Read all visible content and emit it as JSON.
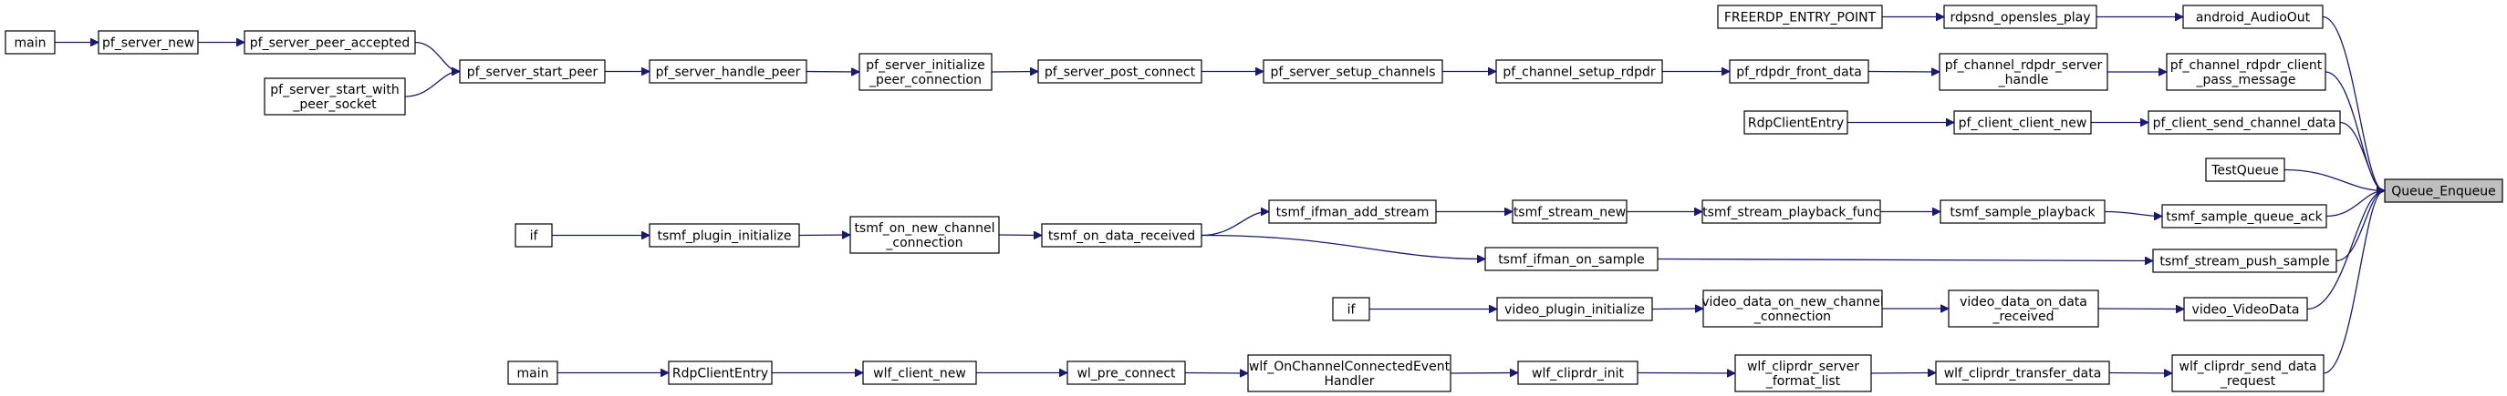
{
  "graph": {
    "edge_color": "#191970",
    "root_fill": "#bfbfbf",
    "nodes": [
      {
        "id": "n_main1",
        "lines": [
          "main"
        ]
      },
      {
        "id": "n_pf_server_new",
        "lines": [
          "pf_server_new"
        ]
      },
      {
        "id": "n_pf_server_peer_accepted",
        "lines": [
          "pf_server_peer_accepted"
        ]
      },
      {
        "id": "n_pf_server_start_with_peer_socket",
        "lines": [
          "pf_server_start_with",
          "_peer_socket"
        ]
      },
      {
        "id": "n_pf_server_start_peer",
        "lines": [
          "pf_server_start_peer"
        ]
      },
      {
        "id": "n_pf_server_handle_peer",
        "lines": [
          "pf_server_handle_peer"
        ]
      },
      {
        "id": "n_pf_server_initialize_peer_connection",
        "lines": [
          "pf_server_initialize",
          "_peer_connection"
        ]
      },
      {
        "id": "n_pf_server_post_connect",
        "lines": [
          "pf_server_post_connect"
        ]
      },
      {
        "id": "n_pf_server_setup_channels",
        "lines": [
          "pf_server_setup_channels"
        ]
      },
      {
        "id": "n_pf_channel_setup_rdpdr",
        "lines": [
          "pf_channel_setup_rdpdr"
        ]
      },
      {
        "id": "n_pf_rdpdr_front_data",
        "lines": [
          "pf_rdpdr_front_data"
        ]
      },
      {
        "id": "n_FREERDP_ENTRY_POINT",
        "lines": [
          "FREERDP_ENTRY_POINT"
        ]
      },
      {
        "id": "n_rdpsnd_opensles_play",
        "lines": [
          "rdpsnd_opensles_play"
        ]
      },
      {
        "id": "n_android_AudioOut",
        "lines": [
          "android_AudioOut"
        ]
      },
      {
        "id": "n_pf_channel_rdpdr_server_handle",
        "lines": [
          "pf_channel_rdpdr_server",
          "_handle"
        ]
      },
      {
        "id": "n_pf_channel_rdpdr_client_pass_message",
        "lines": [
          "pf_channel_rdpdr_client",
          "_pass_message"
        ]
      },
      {
        "id": "n_RdpClientEntry1",
        "lines": [
          "RdpClientEntry"
        ]
      },
      {
        "id": "n_pf_client_client_new",
        "lines": [
          "pf_client_client_new"
        ]
      },
      {
        "id": "n_pf_client_send_channel_data",
        "lines": [
          "pf_client_send_channel_data"
        ]
      },
      {
        "id": "n_TestQueue",
        "lines": [
          "TestQueue"
        ]
      },
      {
        "id": "n_Queue_Enqueue",
        "lines": [
          "Queue_Enqueue"
        ],
        "root": true
      },
      {
        "id": "n_if1",
        "lines": [
          "if"
        ]
      },
      {
        "id": "n_tsmf_plugin_initialize",
        "lines": [
          "tsmf_plugin_initialize"
        ]
      },
      {
        "id": "n_tsmf_on_new_channel_connection",
        "lines": [
          "tsmf_on_new_channel",
          "_connection"
        ]
      },
      {
        "id": "n_tsmf_on_data_received",
        "lines": [
          "tsmf_on_data_received"
        ]
      },
      {
        "id": "n_tsmf_ifman_add_stream",
        "lines": [
          "tsmf_ifman_add_stream"
        ]
      },
      {
        "id": "n_tsmf_stream_new",
        "lines": [
          "tsmf_stream_new"
        ]
      },
      {
        "id": "n_tsmf_stream_playback_func",
        "lines": [
          "tsmf_stream_playback_func"
        ]
      },
      {
        "id": "n_tsmf_sample_playback",
        "lines": [
          "tsmf_sample_playback"
        ]
      },
      {
        "id": "n_tsmf_sample_queue_ack",
        "lines": [
          "tsmf_sample_queue_ack"
        ]
      },
      {
        "id": "n_tsmf_ifman_on_sample",
        "lines": [
          "tsmf_ifman_on_sample"
        ]
      },
      {
        "id": "n_tsmf_stream_push_sample",
        "lines": [
          "tsmf_stream_push_sample"
        ]
      },
      {
        "id": "n_if2",
        "lines": [
          "if"
        ]
      },
      {
        "id": "n_video_plugin_initialize",
        "lines": [
          "video_plugin_initialize"
        ]
      },
      {
        "id": "n_video_data_on_new_channel_connection",
        "lines": [
          "video_data_on_new_channel",
          "_connection"
        ]
      },
      {
        "id": "n_video_data_on_data_received",
        "lines": [
          "video_data_on_data",
          "_received"
        ]
      },
      {
        "id": "n_video_VideoData",
        "lines": [
          "video_VideoData"
        ]
      },
      {
        "id": "n_main2",
        "lines": [
          "main"
        ]
      },
      {
        "id": "n_RdpClientEntry2",
        "lines": [
          "RdpClientEntry"
        ]
      },
      {
        "id": "n_wlf_client_new",
        "lines": [
          "wlf_client_new"
        ]
      },
      {
        "id": "n_wl_pre_connect",
        "lines": [
          "wl_pre_connect"
        ]
      },
      {
        "id": "n_wlf_OnChannelConnectedEventHandler",
        "lines": [
          "wlf_OnChannelConnectedEvent",
          "Handler"
        ]
      },
      {
        "id": "n_wlf_cliprdr_init",
        "lines": [
          "wlf_cliprdr_init"
        ]
      },
      {
        "id": "n_wlf_cliprdr_server_format_list",
        "lines": [
          "wlf_cliprdr_server",
          "_format_list"
        ]
      },
      {
        "id": "n_wlf_cliprdr_transfer_data",
        "lines": [
          "wlf_cliprdr_transfer_data"
        ]
      },
      {
        "id": "n_wlf_cliprdr_send_data_request",
        "lines": [
          "wlf_cliprdr_send_data",
          "_request"
        ]
      }
    ],
    "edges": [
      [
        "n_main1",
        "n_pf_server_new"
      ],
      [
        "n_pf_server_new",
        "n_pf_server_peer_accepted"
      ],
      [
        "n_pf_server_peer_accepted",
        "n_pf_server_start_peer"
      ],
      [
        "n_pf_server_start_with_peer_socket",
        "n_pf_server_start_peer"
      ],
      [
        "n_pf_server_start_peer",
        "n_pf_server_handle_peer"
      ],
      [
        "n_pf_server_handle_peer",
        "n_pf_server_initialize_peer_connection"
      ],
      [
        "n_pf_server_initialize_peer_connection",
        "n_pf_server_post_connect"
      ],
      [
        "n_pf_server_post_connect",
        "n_pf_server_setup_channels"
      ],
      [
        "n_pf_server_setup_channels",
        "n_pf_channel_setup_rdpdr"
      ],
      [
        "n_pf_channel_setup_rdpdr",
        "n_pf_rdpdr_front_data"
      ],
      [
        "n_pf_rdpdr_front_data",
        "n_pf_channel_rdpdr_server_handle"
      ],
      [
        "n_pf_channel_rdpdr_server_handle",
        "n_pf_channel_rdpdr_client_pass_message"
      ],
      [
        "n_FREERDP_ENTRY_POINT",
        "n_rdpsnd_opensles_play"
      ],
      [
        "n_rdpsnd_opensles_play",
        "n_android_AudioOut"
      ],
      [
        "n_RdpClientEntry1",
        "n_pf_client_client_new"
      ],
      [
        "n_pf_client_client_new",
        "n_pf_client_send_channel_data"
      ],
      [
        "n_android_AudioOut",
        "n_Queue_Enqueue"
      ],
      [
        "n_pf_channel_rdpdr_client_pass_message",
        "n_Queue_Enqueue"
      ],
      [
        "n_pf_client_send_channel_data",
        "n_Queue_Enqueue"
      ],
      [
        "n_TestQueue",
        "n_Queue_Enqueue"
      ],
      [
        "n_tsmf_sample_queue_ack",
        "n_Queue_Enqueue"
      ],
      [
        "n_tsmf_stream_push_sample",
        "n_Queue_Enqueue"
      ],
      [
        "n_video_VideoData",
        "n_Queue_Enqueue"
      ],
      [
        "n_wlf_cliprdr_send_data_request",
        "n_Queue_Enqueue"
      ],
      [
        "n_if1",
        "n_tsmf_plugin_initialize"
      ],
      [
        "n_tsmf_plugin_initialize",
        "n_tsmf_on_new_channel_connection"
      ],
      [
        "n_tsmf_on_new_channel_connection",
        "n_tsmf_on_data_received"
      ],
      [
        "n_tsmf_on_data_received",
        "n_tsmf_ifman_add_stream"
      ],
      [
        "n_tsmf_on_data_received",
        "n_tsmf_ifman_on_sample"
      ],
      [
        "n_tsmf_ifman_add_stream",
        "n_tsmf_stream_new"
      ],
      [
        "n_tsmf_stream_new",
        "n_tsmf_stream_playback_func"
      ],
      [
        "n_tsmf_stream_playback_func",
        "n_tsmf_sample_playback"
      ],
      [
        "n_tsmf_sample_playback",
        "n_tsmf_sample_queue_ack"
      ],
      [
        "n_tsmf_ifman_on_sample",
        "n_tsmf_stream_push_sample"
      ],
      [
        "n_if2",
        "n_video_plugin_initialize"
      ],
      [
        "n_video_plugin_initialize",
        "n_video_data_on_new_channel_connection"
      ],
      [
        "n_video_data_on_new_channel_connection",
        "n_video_data_on_data_received"
      ],
      [
        "n_video_data_on_data_received",
        "n_video_VideoData"
      ],
      [
        "n_main2",
        "n_RdpClientEntry2"
      ],
      [
        "n_RdpClientEntry2",
        "n_wlf_client_new"
      ],
      [
        "n_wlf_client_new",
        "n_wl_pre_connect"
      ],
      [
        "n_wl_pre_connect",
        "n_wlf_OnChannelConnectedEventHandler"
      ],
      [
        "n_wlf_OnChannelConnectedEventHandler",
        "n_wlf_cliprdr_init"
      ],
      [
        "n_wlf_cliprdr_init",
        "n_wlf_cliprdr_server_format_list"
      ],
      [
        "n_wlf_cliprdr_server_format_list",
        "n_wlf_cliprdr_transfer_data"
      ],
      [
        "n_wlf_cliprdr_transfer_data",
        "n_wlf_cliprdr_send_data_request"
      ]
    ]
  }
}
